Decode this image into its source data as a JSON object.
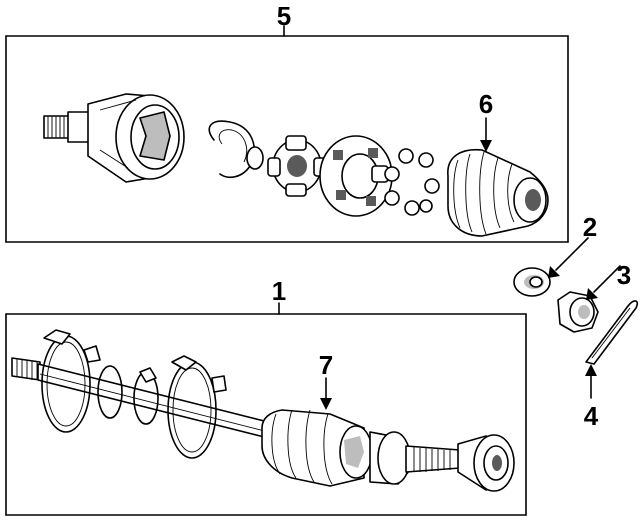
{
  "callouts": {
    "c1": "1",
    "c2": "2",
    "c3": "3",
    "c4": "4",
    "c5": "5",
    "c6": "6",
    "c7": "7"
  },
  "colors": {
    "line": "#000000",
    "shade": "#bdbdbd",
    "background": "#ffffff"
  }
}
